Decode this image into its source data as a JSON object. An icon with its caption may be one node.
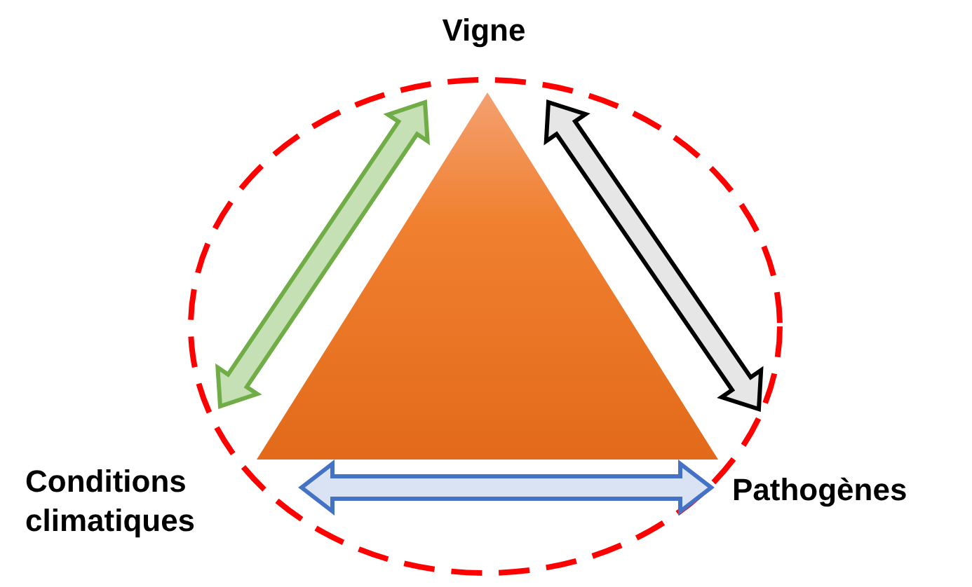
{
  "diagram": {
    "nodes": [
      {
        "text": [
          "Vigne"
        ]
      },
      {
        "text": [
          "Conditions climatiques"
        ]
      },
      {
        "text": [
          "Pathogènes"
        ]
      },
      {
        "text": [],
        "shape": "circle"
      },
      {
        "text": [],
        "shape": "triangle",
        "in": 3
      }
    ],
    "edges": [
      {
        "from": 1,
        "to": 0,
        "arrow": "both",
        "style": "thick",
        "color": "#70ad47"
      },
      {
        "from": 0,
        "to": 2,
        "arrow": "both",
        "style": "thick",
        "color": "#000000"
      },
      {
        "from": 1,
        "to": 2,
        "arrow": "both",
        "style": "thick",
        "color": "#4472c4"
      }
    ]
  }
}
